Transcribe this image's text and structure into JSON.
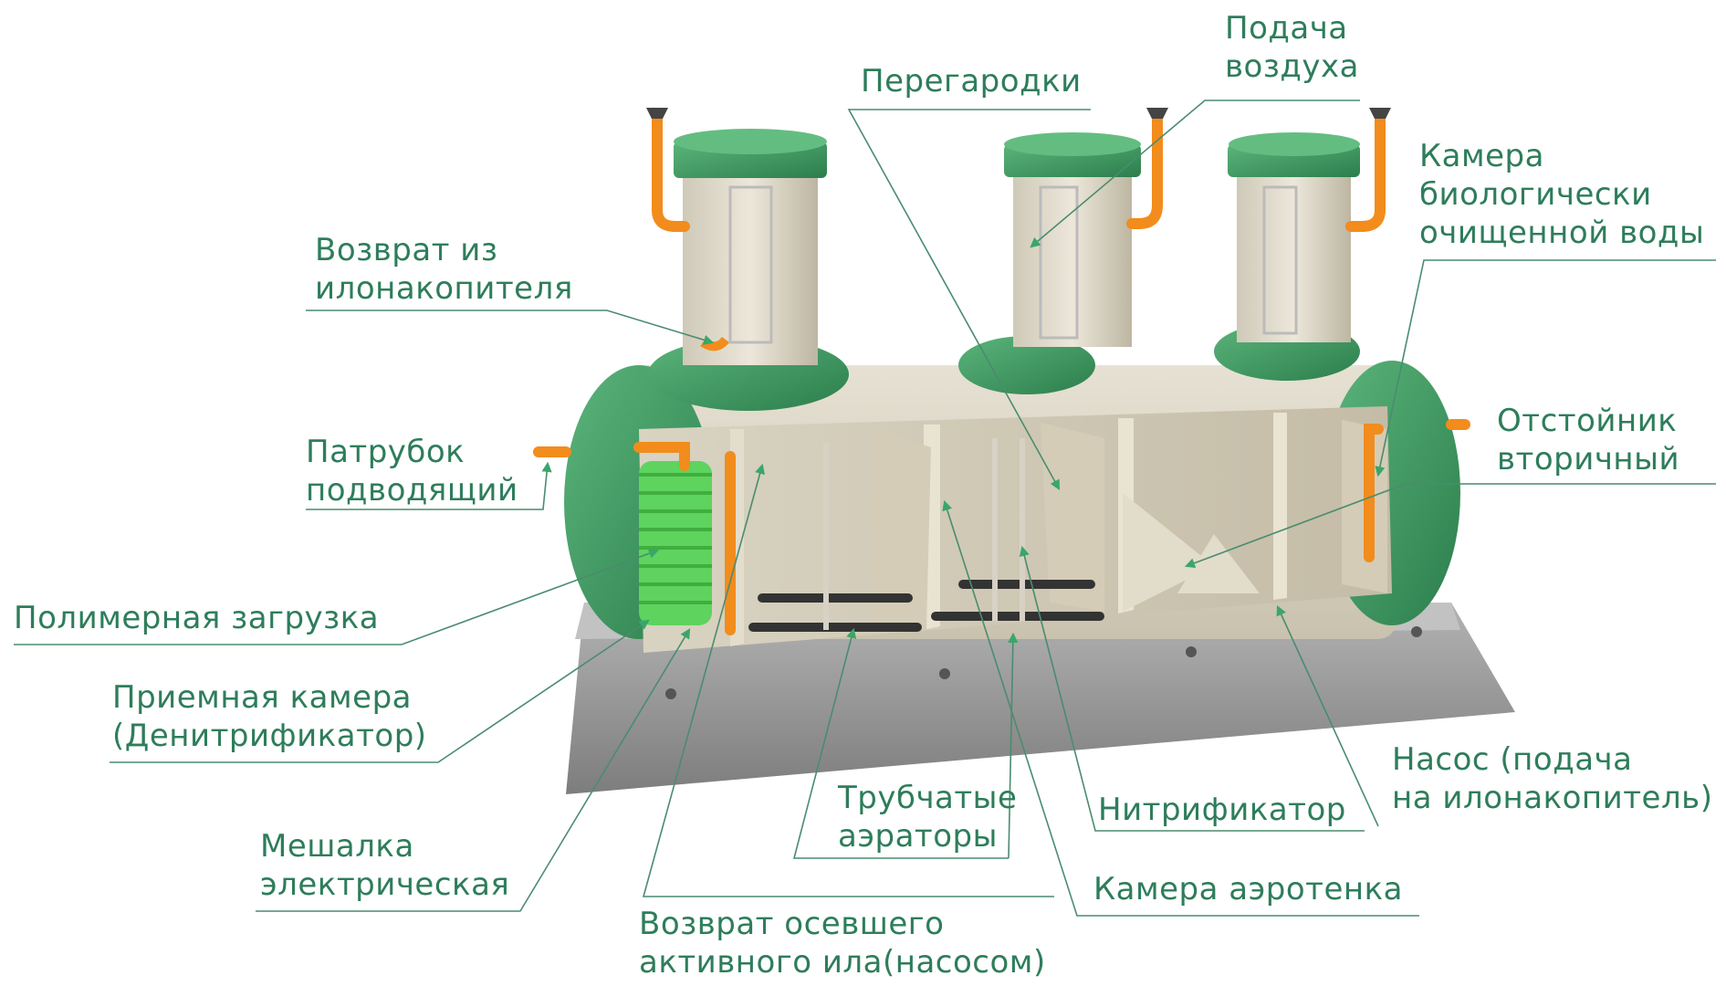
{
  "labels": {
    "podacha_line1": "Подача",
    "podacha_line2": "воздуха",
    "peregorodki": "Перегародки",
    "kamera_bio_line1": "Камера",
    "kamera_bio_line2": "биологически",
    "kamera_bio_line3": "очищенной воды",
    "vozvrat_il_line1": "Возврат из",
    "vozvrat_il_line2": "илонакопителя",
    "patrubok_line1": "Патрубок",
    "patrubok_line2": "подводящий",
    "otstoynik_line1": "Отстойник",
    "otstoynik_line2": "вторичный",
    "polimer": "Полимерная загрузка",
    "priem_line1": "Приемная камера",
    "priem_line2": "(Денитрификатор)",
    "meshalka_line1": "Мешалка",
    "meshalka_line2": "электрическая",
    "trub_line1": "Трубчатые",
    "trub_line2": "аэраторы",
    "nitrifikator": "Нитрификатор",
    "nasos_line1": "Насос (подача",
    "nasos_line2": "на илонакопитель)",
    "aerotenk": "Камера аэротенка",
    "vozvrat_aktiv_line1": "Возврат осевшего",
    "vozvrat_aktiv_line2": "активного ила(насосом)"
  },
  "colors": {
    "accent_green": "#2e9e5b",
    "label_text": "#2e7d5b",
    "tank_green": "#3f9c62",
    "pipe_orange": "#f28c1c",
    "concrete": "#9a9a9a"
  }
}
